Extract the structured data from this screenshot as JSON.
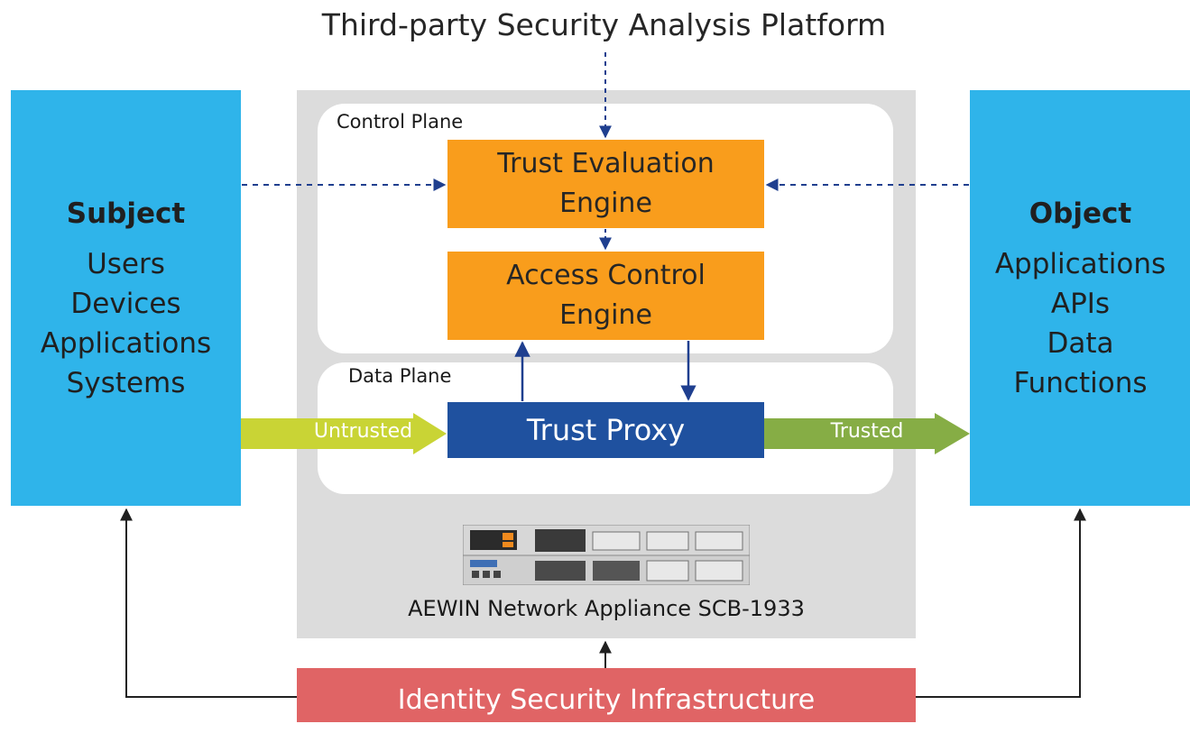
{
  "platform": {
    "title": "Third-party Security Analysis Platform"
  },
  "subject": {
    "title": "Subject",
    "items": [
      "Users",
      "Devices",
      "Applications",
      "Systems"
    ]
  },
  "object": {
    "title": "Object",
    "items": [
      "Applications",
      "APIs",
      "Data",
      "Functions"
    ]
  },
  "control_plane": {
    "label": "Control Plane",
    "trust_evaluation_engine": [
      "Trust Evaluation",
      "Engine"
    ],
    "access_control_engine": [
      "Access Control",
      "Engine"
    ]
  },
  "data_plane": {
    "label": "Data Plane",
    "trust_proxy": "Trust Proxy",
    "untrusted_label": "Untrusted",
    "trusted_label": "Trusted"
  },
  "appliance": {
    "name": "AEWIN Network Appliance SCB-1933"
  },
  "identity": {
    "label": "Identity Security Infrastructure"
  },
  "colors": {
    "side_box": "#2fb4ea",
    "engine": "#f99d1c",
    "proxy": "#1f519f",
    "identity": "#e06465",
    "untrusted_arrow": "#c9d435",
    "trusted_arrow": "#86ad45",
    "panel": "#dcdcdc",
    "dashed_line": "#1f3f8f",
    "solid_line": "#202020"
  }
}
